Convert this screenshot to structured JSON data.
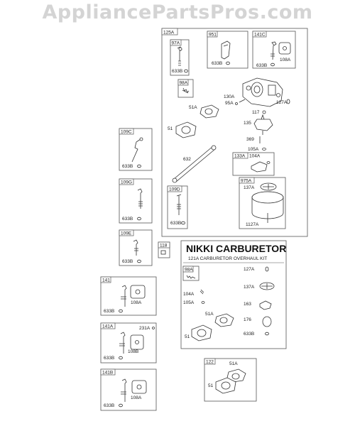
{
  "watermark": "AppliancePartsPros.com",
  "main_group": {
    "tag": "125A",
    "boxes": [
      {
        "tag": "97A",
        "parts": [
          "633B"
        ]
      },
      {
        "tag": "951",
        "parts": [
          "633B"
        ]
      },
      {
        "tag": "141C",
        "parts": [
          "108A",
          "633B"
        ]
      },
      {
        "tag": "98A"
      },
      {
        "tag": "133A",
        "parts": [
          "104A"
        ]
      },
      {
        "tag": "975A",
        "parts": [
          "137A",
          "1127A"
        ]
      },
      {
        "tag": "109D",
        "parts": [
          "633B"
        ]
      }
    ],
    "loose_labels": [
      "130A",
      "95A",
      "127A",
      "51A",
      "51",
      "117",
      "135",
      "369",
      "105A",
      "632"
    ]
  },
  "left_boxes": [
    {
      "tag": "109C",
      "parts": [
        "633B"
      ]
    },
    {
      "tag": "109G",
      "parts": [
        "633B"
      ]
    },
    {
      "tag": "109E",
      "parts": [
        "633B"
      ]
    },
    {
      "tag": "141",
      "parts": [
        "108A",
        "633B"
      ]
    },
    {
      "tag": "141A",
      "parts": [
        "231A",
        "108B",
        "633B"
      ]
    },
    {
      "tag": "141B",
      "parts": [
        "108A",
        "633B"
      ]
    }
  ],
  "single_part": "118",
  "kit": {
    "title": "NIKKI CARBURETOR",
    "subtitle": "121A CARBURETOR OVERHAUL KIT",
    "sub_box_tag": "98A",
    "labels": [
      "127A",
      "137A",
      "163",
      "176",
      "633B",
      "104A",
      "105A",
      "51A",
      "51"
    ]
  },
  "box_122": {
    "tag": "122",
    "parts": [
      "51A",
      "51"
    ]
  }
}
